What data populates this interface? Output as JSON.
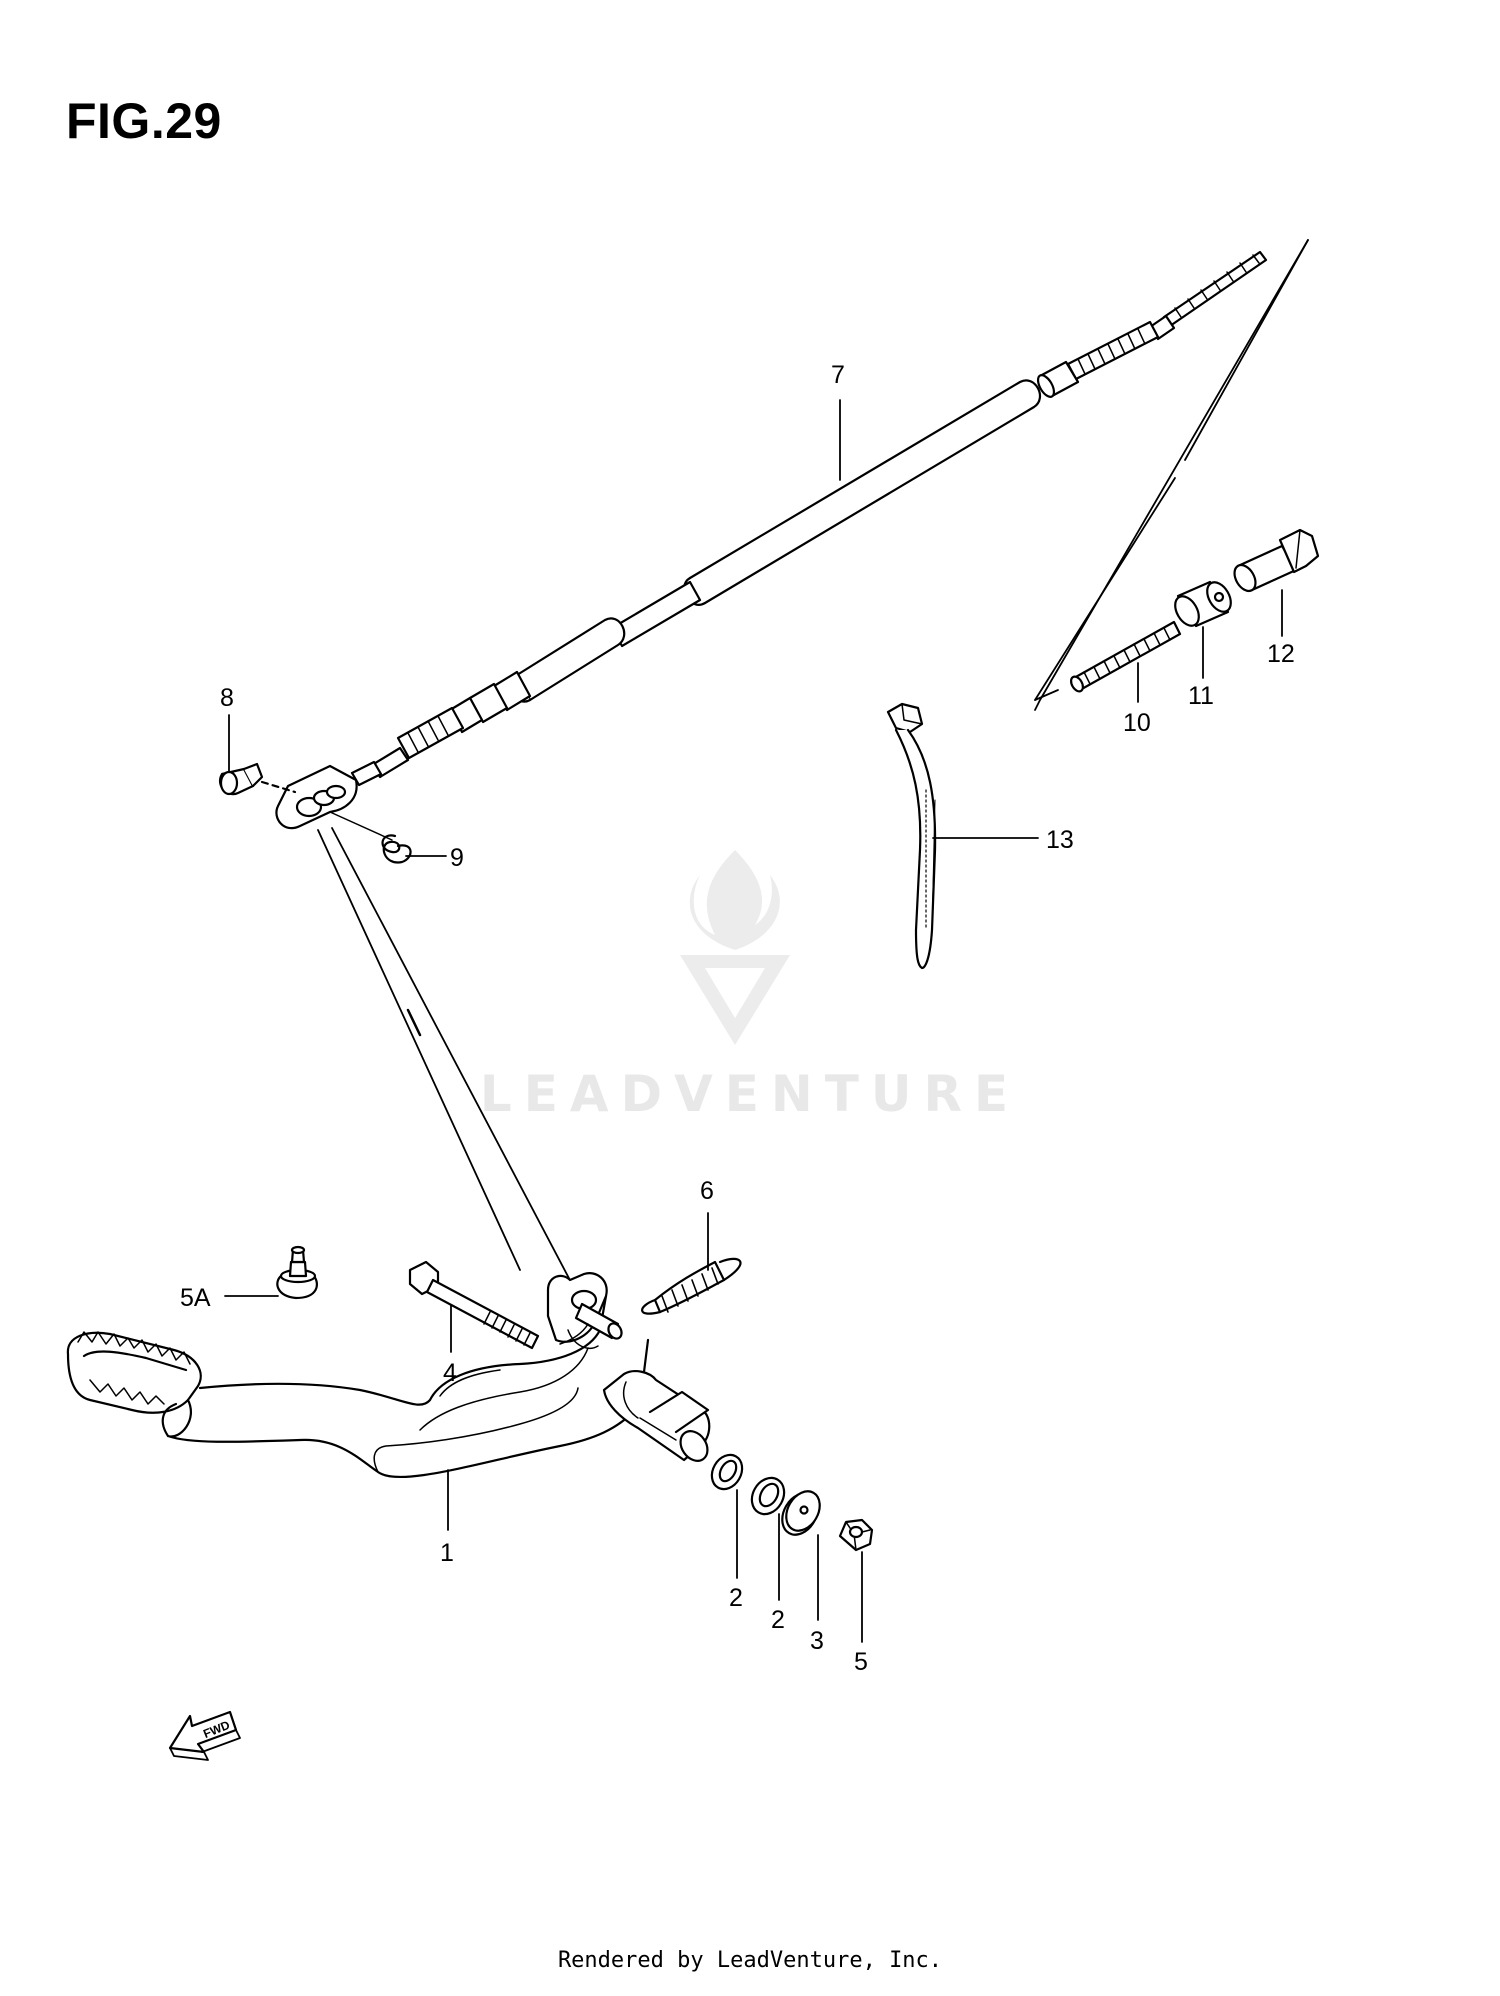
{
  "figure": {
    "title": "FIG.29"
  },
  "watermark": {
    "text": "LEADVENTURE"
  },
  "footer": {
    "text": "Rendered by LeadVenture, Inc."
  },
  "callouts": [
    {
      "id": "1",
      "text": "1"
    },
    {
      "id": "2a",
      "text": "2"
    },
    {
      "id": "2b",
      "text": "2"
    },
    {
      "id": "3",
      "text": "3"
    },
    {
      "id": "4",
      "text": "4"
    },
    {
      "id": "5",
      "text": "5"
    },
    {
      "id": "5A",
      "text": "5A"
    },
    {
      "id": "6",
      "text": "6"
    },
    {
      "id": "7",
      "text": "7"
    },
    {
      "id": "8",
      "text": "8"
    },
    {
      "id": "9",
      "text": "9"
    },
    {
      "id": "10",
      "text": "10"
    },
    {
      "id": "11",
      "text": "11"
    },
    {
      "id": "12",
      "text": "12"
    },
    {
      "id": "13",
      "text": "13"
    }
  ],
  "arrow": {
    "text": "FWD"
  }
}
